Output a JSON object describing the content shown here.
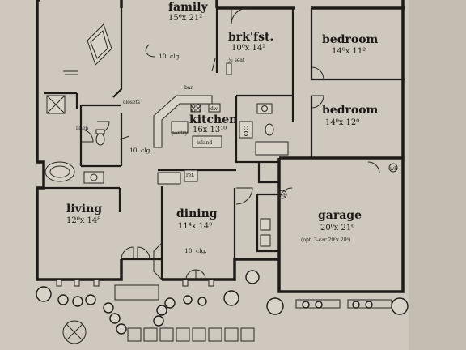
{
  "rooms": {
    "family": {
      "name": "family",
      "dim": "15⁶x 21²"
    },
    "breakfast": {
      "name": "brk'fst.",
      "dim": "10⁰x 14²"
    },
    "bedroom1": {
      "name": "bedroom",
      "dim": "14⁰x 11²"
    },
    "bedroom2": {
      "name": "bedroom",
      "dim": "14⁰x 12⁰"
    },
    "kitchen": {
      "name": "kitchen",
      "dim": "16x 13¹⁰"
    },
    "living": {
      "name": "living",
      "dim": "12⁰x 14⁸"
    },
    "dining": {
      "name": "dining",
      "dim": "11⁴x 14⁰"
    },
    "garage": {
      "name": "garage",
      "dim": "20⁰x 21⁶",
      "option": "(opt. 3-car 20⁰x 28⁶)"
    }
  },
  "notes": {
    "ceiling_family": "10' clg.",
    "ceiling_living": "10' clg.",
    "ceiling_dining": "10' clg.",
    "bay_seat": "½ seat",
    "bar": "bar",
    "pantry": "pantry",
    "island": "island",
    "dw": "dw",
    "ref": "ref.",
    "linen": "linen",
    "closets": "closets",
    "wh": "wh",
    "garage_door_tag": "wh"
  },
  "colors": {
    "paper": "#cfc8be",
    "ink": "#1e1b18"
  }
}
